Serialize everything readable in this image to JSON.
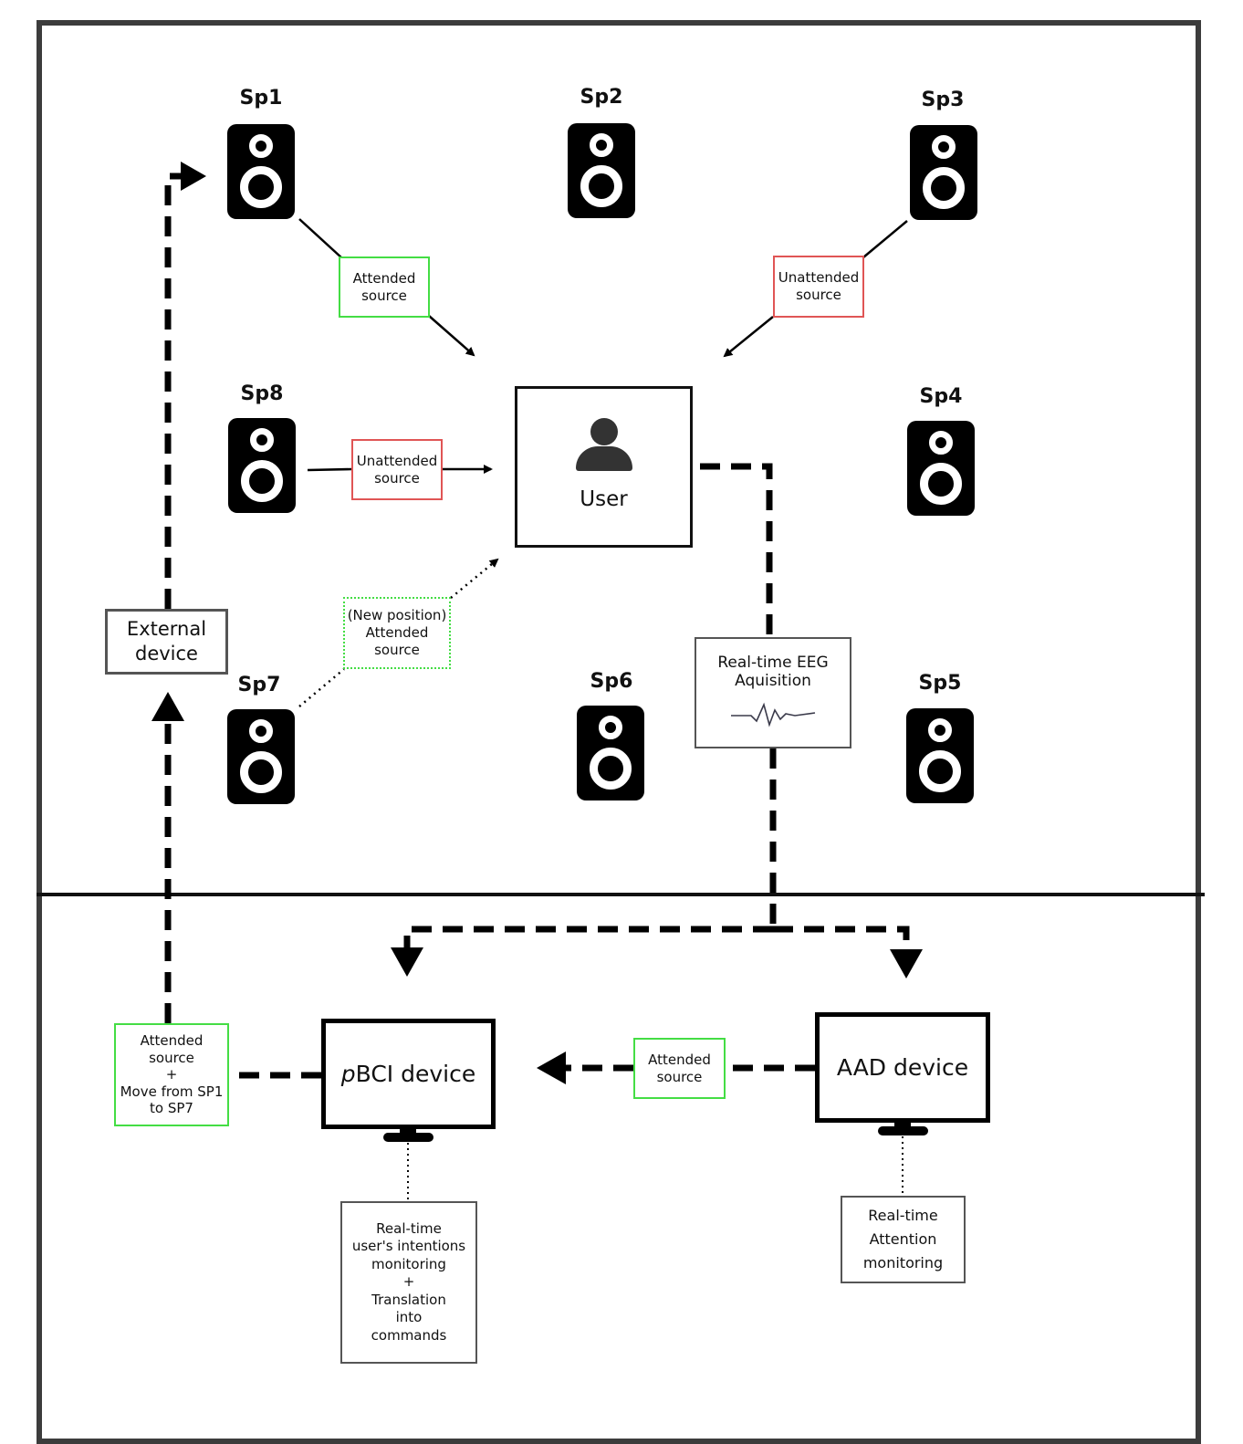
{
  "speakers": [
    {
      "id": "sp1",
      "label": "Sp1"
    },
    {
      "id": "sp2",
      "label": "Sp2"
    },
    {
      "id": "sp3",
      "label": "Sp3"
    },
    {
      "id": "sp4",
      "label": "Sp4"
    },
    {
      "id": "sp5",
      "label": "Sp5"
    },
    {
      "id": "sp6",
      "label": "Sp6"
    },
    {
      "id": "sp7",
      "label": "Sp7"
    },
    {
      "id": "sp8",
      "label": "Sp8"
    }
  ],
  "user": {
    "label": "User",
    "icon": "user-icon"
  },
  "sources": {
    "sp1_attended": [
      "Attended",
      "source"
    ],
    "sp3_unattended": [
      "Unattended",
      "source"
    ],
    "sp8_unattended": [
      "Unattended",
      "source"
    ],
    "sp7_new_attended": [
      "(New position)",
      "Attended",
      "source"
    ]
  },
  "eeg": {
    "lines": [
      "Real-time EEG",
      "Aquisition"
    ],
    "icon": "eeg-wave-icon"
  },
  "external_device": {
    "lines": [
      "External",
      "device"
    ]
  },
  "pbci": {
    "prefix": "p",
    "label": "BCI device"
  },
  "aad": {
    "label": "AAD device"
  },
  "attended_to_pbci": [
    "Attended",
    "source"
  ],
  "attended_move": [
    "Attended",
    "source",
    "+",
    "Move from SP1",
    "to SP7"
  ],
  "pbci_monitoring": [
    "Real-time",
    "user's intentions",
    "monitoring",
    "+",
    "Translation",
    "into",
    "commands"
  ],
  "aad_monitoring": [
    "Real-time",
    "Attention",
    "monitoring"
  ],
  "colors": {
    "attended": "#44dd44",
    "unattended": "#e05555",
    "frame": "#3c3c3c"
  }
}
